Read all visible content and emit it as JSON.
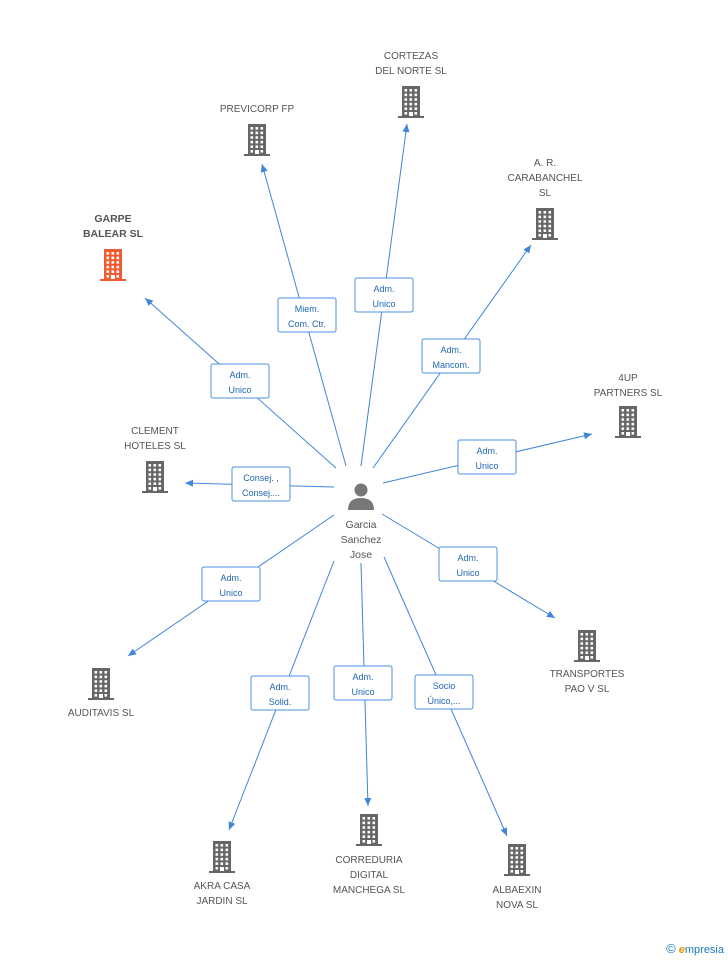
{
  "colors": {
    "edge": "#3f86d9",
    "building": "#666666",
    "building_main": "#f15a30",
    "person": "#777777"
  },
  "center": {
    "name_lines": [
      "Garcia",
      "Sanchez",
      "Jose"
    ],
    "icon": "person-icon"
  },
  "companies": [
    {
      "id": "garpe",
      "lines": [
        "GARPE",
        "BALEAR SL"
      ],
      "main": true,
      "icon": "building-icon"
    },
    {
      "id": "previcorp",
      "lines": [
        "PREVICORP FP"
      ],
      "icon": "building-icon"
    },
    {
      "id": "cortezas",
      "lines": [
        "CORTEZAS",
        "DEL NORTE SL"
      ],
      "icon": "building-icon"
    },
    {
      "id": "carabanchel",
      "lines": [
        "A. R.",
        "CARABANCHEL",
        "SL"
      ],
      "icon": "building-icon"
    },
    {
      "id": "fourup",
      "lines": [
        "4UP",
        "PARTNERS SL"
      ],
      "icon": "building-icon"
    },
    {
      "id": "clement",
      "lines": [
        "CLEMENT",
        "HOTELES  SL"
      ],
      "icon": "building-icon"
    },
    {
      "id": "transportes",
      "lines": [
        "TRANSPORTES",
        "PAO V SL"
      ],
      "icon": "building-icon"
    },
    {
      "id": "auditavis",
      "lines": [
        "AUDITAVIS SL"
      ],
      "icon": "building-icon"
    },
    {
      "id": "akra",
      "lines": [
        "AKRA CASA",
        "JARDIN SL"
      ],
      "icon": "building-icon"
    },
    {
      "id": "correduria",
      "lines": [
        "CORREDURIA",
        "DIGITAL",
        "MANCHEGA SL"
      ],
      "icon": "building-icon"
    },
    {
      "id": "albaexin",
      "lines": [
        "ALBAEXIN",
        "NOVA SL"
      ],
      "icon": "building-icon"
    }
  ],
  "edges": [
    {
      "to": "garpe",
      "label": [
        "Adm.",
        "Unico"
      ]
    },
    {
      "to": "previcorp",
      "label": [
        "Miem.",
        "Com. Ctr."
      ]
    },
    {
      "to": "cortezas",
      "label": [
        "Adm.",
        "Unico"
      ]
    },
    {
      "to": "carabanchel",
      "label": [
        "Adm.",
        "Mancom."
      ]
    },
    {
      "to": "fourup",
      "label": [
        "Adm.",
        "Unico"
      ]
    },
    {
      "to": "clement",
      "label": [
        "Consej. ,",
        "Consej...."
      ]
    },
    {
      "to": "transportes",
      "label": [
        "Adm.",
        "Unico"
      ]
    },
    {
      "to": "auditavis",
      "label": [
        "Adm.",
        "Unico"
      ]
    },
    {
      "to": "akra",
      "label": [
        "Adm.",
        "Solid."
      ]
    },
    {
      "to": "correduria",
      "label": [
        "Adm.",
        "Unico"
      ]
    },
    {
      "to": "albaexin",
      "label": [
        "Socio",
        "Único,..."
      ]
    }
  ],
  "brand": {
    "copyright": "©",
    "initial": "e",
    "rest": "mpresia"
  }
}
